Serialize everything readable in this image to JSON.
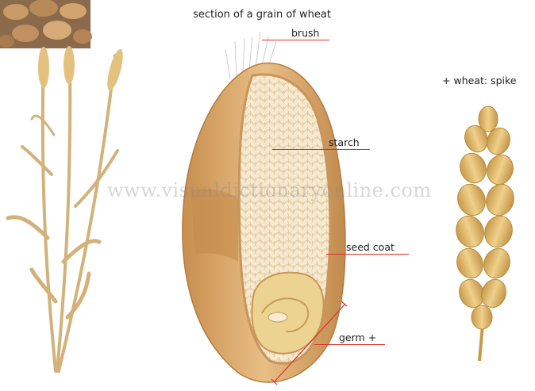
{
  "diagram": {
    "title": "section of a grain of wheat",
    "labels": {
      "brush": "brush",
      "starch": "starch",
      "seed_coat": "seed coat",
      "germ": "germ +"
    },
    "related": {
      "plus": "+",
      "wheat_spike": "wheat: spike"
    },
    "watermark": "www.visualdictionaryonline.com"
  },
  "colors": {
    "label_line": "#e0302a",
    "grain_shell": "#d9a867",
    "starch_fill": "#f3e4c4",
    "germ_fill": "#e8cf8a"
  }
}
